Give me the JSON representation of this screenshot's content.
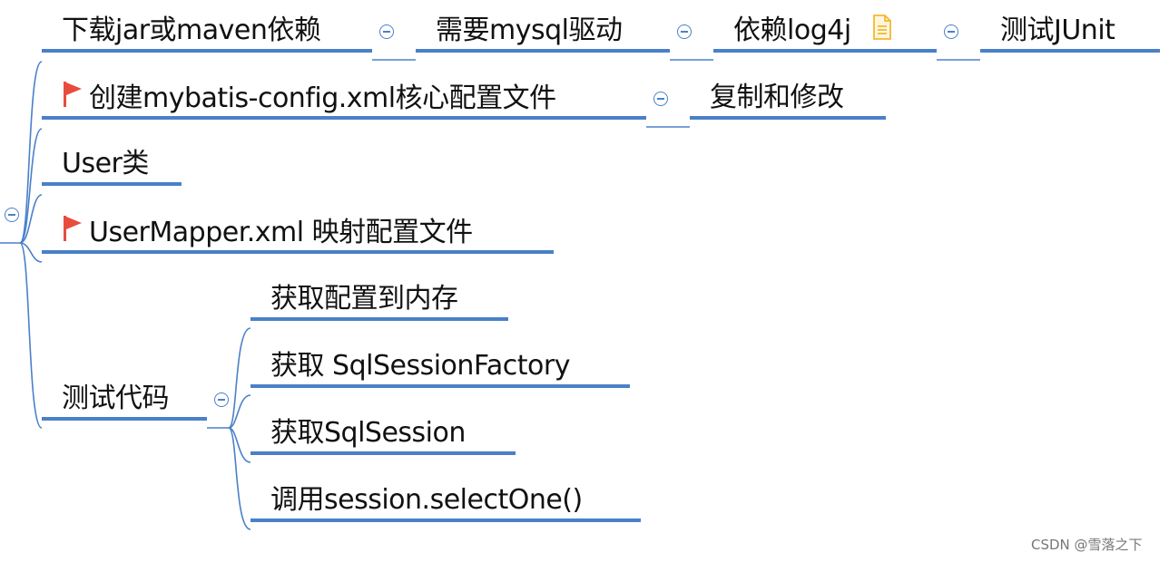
{
  "mindmap": {
    "branches": {
      "deps": {
        "label": "下载jar或maven依赖",
        "children": [
          "需要mysql驱动",
          "依赖log4j",
          "测试JUnit"
        ]
      },
      "config": {
        "label": "创建mybatis-config.xml核心配置文件",
        "flag": "red-flag-icon",
        "children": [
          "复制和修改"
        ]
      },
      "user": {
        "label": "User类"
      },
      "mapper": {
        "label": "UserMapper.xml 映射配置文件",
        "flag": "red-flag-icon"
      },
      "test": {
        "label": "测试代码",
        "children": [
          "获取配置到内存",
          "获取 SqlSessionFactory",
          "获取SqlSession",
          "调用session.selectOne()"
        ]
      }
    },
    "icons": {
      "collapse": "collapse-minus-icon",
      "note": "document-note-icon"
    },
    "colors": {
      "connector": "#4a80c8",
      "flag": "#e84c3d",
      "note": "#f5b731"
    }
  },
  "watermark": "CSDN @雪落之下"
}
